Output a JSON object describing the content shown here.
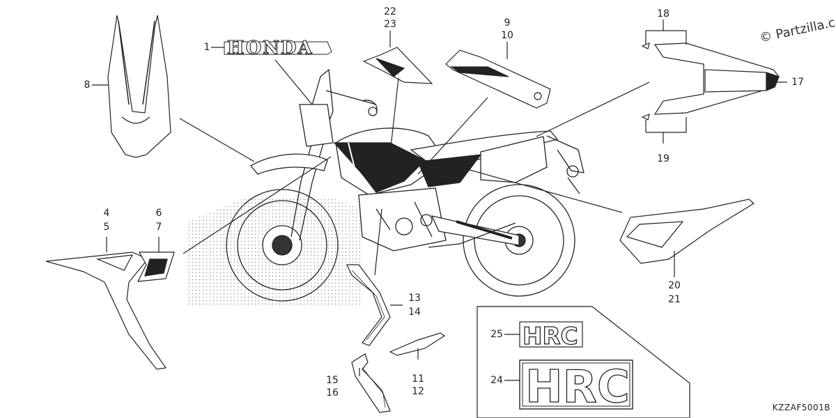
{
  "watermark": "© Partzilla.c",
  "diagram_code": "KZZAF5001B",
  "logos": {
    "honda": "HONDA",
    "hrc": "HRC"
  },
  "callouts": {
    "c1": "1",
    "c8": "8",
    "c22": "22",
    "c23": "23",
    "c9": "9",
    "c10": "10",
    "c18": "18",
    "c17": "17",
    "c19": "19",
    "c4": "4",
    "c5": "5",
    "c6": "6",
    "c7": "7",
    "c13": "13",
    "c14": "14",
    "c15": "15",
    "c16": "16",
    "c11": "11",
    "c12": "12",
    "c20": "20",
    "c21": "21",
    "c25": "25",
    "c24": "24"
  }
}
